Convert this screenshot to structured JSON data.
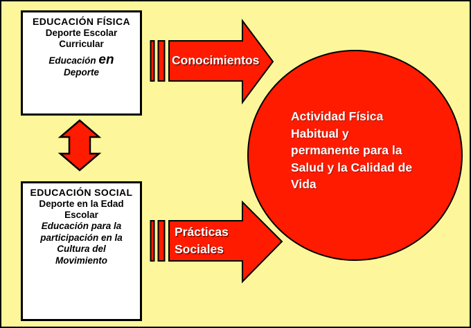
{
  "colors": {
    "background": "#FDF69B",
    "shape_red": "#FE1B00",
    "box_fill": "#FFFFFF",
    "outline": "#000000",
    "label_white": "#FFFFFF",
    "text_black": "#000000"
  },
  "left_boxes": {
    "fisica": {
      "title": "EDUCACIÓN FÍSICA",
      "bold_lines": [
        "Deporte Escolar",
        "Curricular"
      ],
      "italic_lead": "Educación ",
      "italic_emphasis": "en",
      "italic_tail": "Deporte"
    },
    "social": {
      "title": "EDUCACIÓN SOCIAL",
      "bold_lines": [
        "Deporte en la Edad",
        "Escolar"
      ],
      "italic_lines": [
        "Educación para la",
        "participación en la",
        "Cultura del",
        "Movimiento"
      ]
    }
  },
  "arrows": {
    "conocimientos": {
      "label": "Conocimientos"
    },
    "practicas": {
      "lines": [
        "Prácticas",
        "Sociales"
      ]
    }
  },
  "circle": {
    "lines": [
      "Actividad Física",
      "Habitual y",
      "permanente para la",
      "Salud y la Calidad de",
      "Vida"
    ]
  }
}
